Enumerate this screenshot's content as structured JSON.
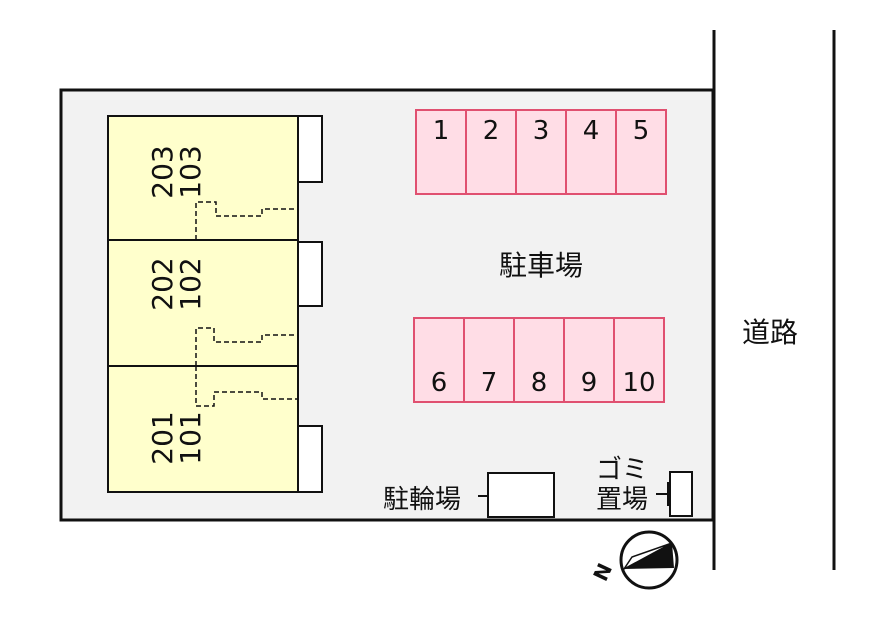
{
  "colors": {
    "site": "#f2f2f2",
    "building": "#ffffcc",
    "parking": "#ffdde6",
    "parking_stroke": "#e05070",
    "ink": "#111111"
  },
  "units": [
    {
      "upper": "203",
      "lower": "103"
    },
    {
      "upper": "202",
      "lower": "102"
    },
    {
      "upper": "201",
      "lower": "101"
    }
  ],
  "parking": {
    "label": "駐車場",
    "top_row": [
      "1",
      "2",
      "3",
      "4",
      "5"
    ],
    "bottom_row": [
      "6",
      "7",
      "8",
      "9",
      "10"
    ]
  },
  "road_label": "道路",
  "bicycle_parking_label": "駐輪場",
  "garbage_label_line1": "ゴミ",
  "garbage_label_line2": "置場",
  "compass": {
    "direction_label": "N",
    "icon": "compass-icon"
  }
}
